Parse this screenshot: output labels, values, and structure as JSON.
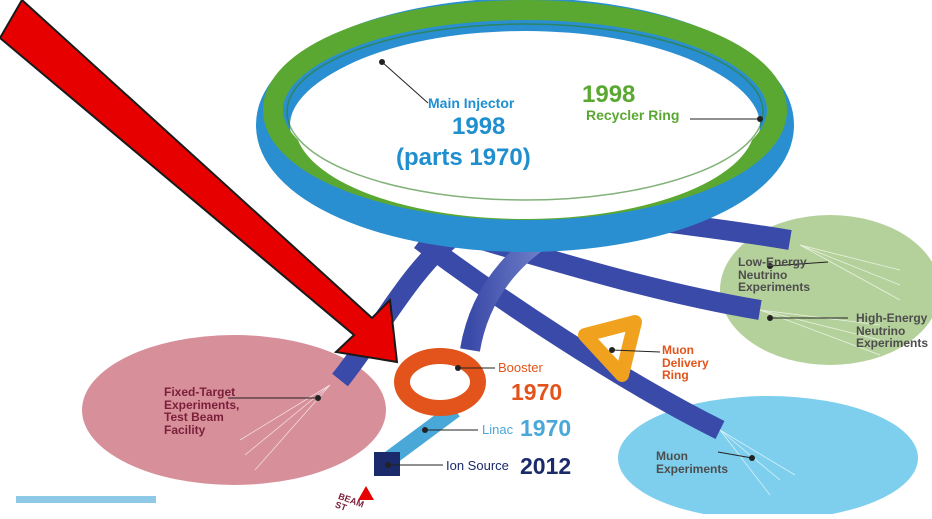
{
  "labels": {
    "main_injector": "Main Injector",
    "main_injector_year": "1998",
    "main_injector_parts": "(parts 1970)",
    "recycler_year": "1998",
    "recycler": "Recycler Ring",
    "low_energy": "Low-Energy\nNeutrino\nExperiments",
    "high_energy": "High-Energy\nNeutrino\nExperiments",
    "muon_delivery": "Muon\nDelivery\nRing",
    "booster": "Booster",
    "booster_year": "1970",
    "linac": "Linac",
    "linac_year": "1970",
    "ion_source": "Ion Source",
    "ion_source_year": "2012",
    "fixed_target": "Fixed-Target\nExperiments,\nTest Beam\nFacility",
    "muon_experiments": "Muon\nExperiments",
    "beam_start": "BEAM\nST"
  },
  "colors": {
    "ring_green": "#5aa831",
    "ring_blue": "#2a8fd0",
    "beamline": "#3a4aa8",
    "arrow_red": "#e60000",
    "booster_orange": "#e2541b",
    "delivery_orange": "#f0a21e",
    "zone_red": "#c96a78",
    "zone_green": "#9cc27a",
    "zone_blue": "#5ec3e8"
  }
}
